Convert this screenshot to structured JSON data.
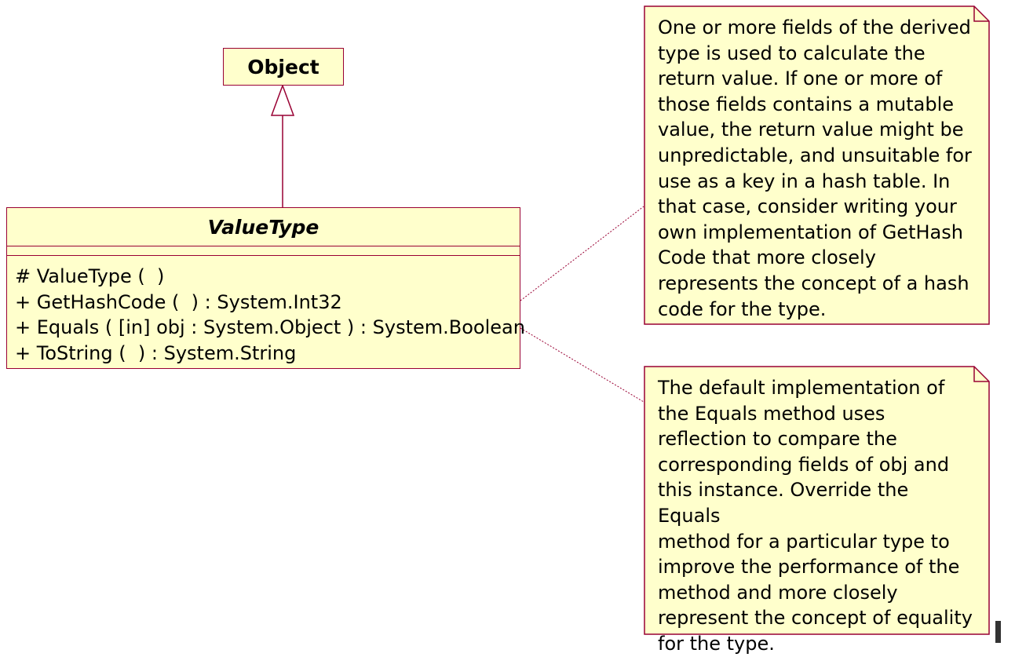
{
  "diagram": {
    "object_class": {
      "name": "Object"
    },
    "valuetype_class": {
      "name": "ValueType",
      "operations": [
        "# ValueType (  )",
        "+ GetHashCode (  ) : System.Int32",
        "+ Equals ( [in] obj : System.Object ) : System.Boolean",
        "+ ToString (  ) : System.String"
      ]
    },
    "notes": [
      {
        "lines": [
          "One or more fields of the derived",
          "type is used to calculate the",
          "return value. If one or more of",
          "those fields contains a mutable",
          "value, the return value might be",
          "unpredictable, and unsuitable for",
          "use as a key in a hash table. In",
          "that case, consider writing your",
          "own implementation of GetHash",
          "Code that more closely",
          "represents the concept of a hash",
          "code for the type."
        ]
      },
      {
        "lines": [
          "The default implementation of",
          "the Equals method uses",
          "reflection to compare the",
          "corresponding fields of obj and",
          "this instance. Override the Equals",
          "method for a particular type to",
          "improve the performance of the",
          "method and more closely",
          "represent the concept of equality",
          "for the type."
        ]
      }
    ],
    "colors": {
      "fill": "#ffffcc",
      "border": "#990033",
      "connector": "#990033"
    }
  }
}
